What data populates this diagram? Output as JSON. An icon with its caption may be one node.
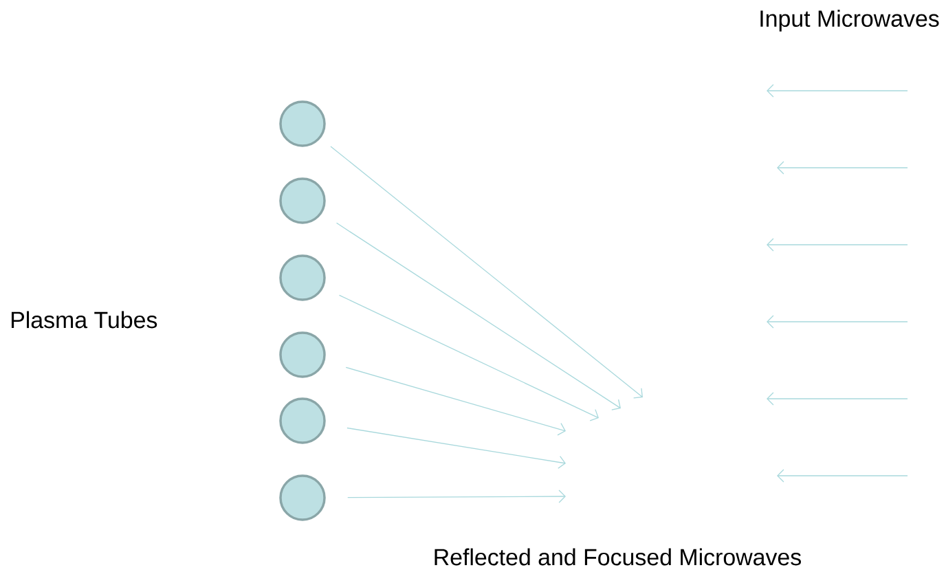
{
  "diagram": {
    "nodes": [
      {
        "text": [],
        "shape": "circle"
      },
      {
        "text": [],
        "shape": "circle"
      },
      {
        "text": [],
        "shape": "circle"
      },
      {
        "text": [],
        "shape": "circle"
      },
      {
        "text": [],
        "shape": "circle"
      },
      {
        "text": [],
        "shape": "circle"
      }
    ],
    "edges": [
      {
        "from": 0,
        "to": null,
        "arrow": "to"
      },
      {
        "from": 1,
        "to": null,
        "arrow": "to"
      },
      {
        "from": 2,
        "to": null,
        "arrow": "to"
      },
      {
        "from": 3,
        "to": null,
        "arrow": "to"
      },
      {
        "from": 4,
        "to": null,
        "arrow": "to"
      },
      {
        "from": 5,
        "to": null,
        "arrow": "to"
      }
    ],
    "labels": [
      "Input Microwaves",
      "Plasma Tubes",
      "Reflected and Focused Microwaves"
    ]
  }
}
